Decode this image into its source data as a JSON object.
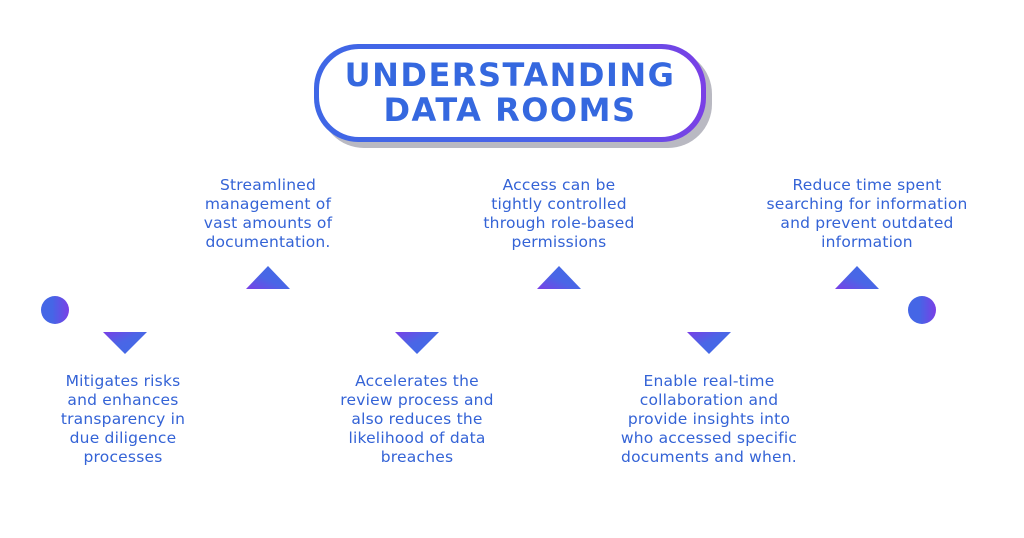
{
  "title": {
    "lines": [
      "UNDERSTANDING",
      "DATA ROOMS"
    ]
  },
  "colors": {
    "text": "#3463d6",
    "title_text": "#3568df",
    "gradient_start": "#3f67e6",
    "gradient_end": "#7a3fe6",
    "shadow": "#b9b9c2"
  },
  "timeline": {
    "items_above": [
      {
        "lines": [
          "Streamlined",
          "management of",
          "vast amounts of",
          "documentation."
        ]
      },
      {
        "lines": [
          "Access can be",
          "tightly controlled",
          "through role-based",
          "permissions"
        ]
      },
      {
        "lines": [
          "Reduce time spent",
          "searching for information",
          "and prevent outdated",
          "information"
        ]
      }
    ],
    "items_below": [
      {
        "lines": [
          "Mitigates risks",
          "and enhances",
          "transparency in",
          "due diligence",
          "processes"
        ]
      },
      {
        "lines": [
          "Accelerates the",
          "review process and",
          "also reduces the",
          "likelihood of data",
          "breaches"
        ]
      },
      {
        "lines": [
          "Enable real-time",
          "collaboration and",
          "provide insights into",
          "who accessed specific",
          "documents and when."
        ]
      }
    ]
  }
}
